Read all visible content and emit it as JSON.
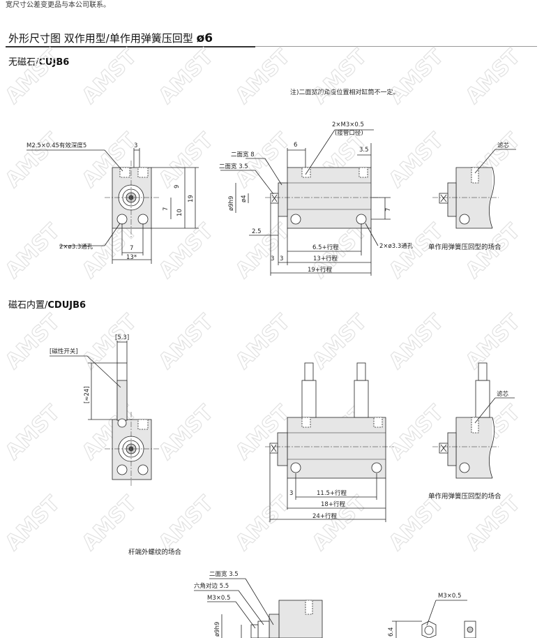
{
  "header": {
    "top_note": "宽尺寸公差变更品与本公司联系。",
    "section_title": "外形尺寸图  双作用型/单作用弹簧压回型 ",
    "section_bore": "ø6"
  },
  "watermark": "AMST",
  "cujb6": {
    "title_prefix": "无磁石/",
    "title_model": "CUJB6",
    "note": "注)二面宽的角度位置相对缸筒不一定。",
    "front": {
      "thread": "M2.5×0.45有效深度5",
      "dim_3": "3",
      "dim_9": "9",
      "dim_7v": "7",
      "dim_10": "10",
      "dim_19": "19",
      "holes": "2×ø3.3通孔",
      "dim_7h": "7",
      "dim_13": "13*"
    },
    "side": {
      "port": "2×M3×0.5",
      "port_note": "(接管口径)",
      "dim_6": "6",
      "dim_3_5": "3.5",
      "wrench8": "二面宽 8",
      "wrench35": "二面宽 3.5",
      "rod_dia": "ø9h9",
      "dim_4": "ø4",
      "dim_7": "7",
      "dim_2_5": "2.5",
      "dim_3a": "3",
      "dim_3b": "3",
      "stroke_a": "6.5+行程",
      "stroke_b": "13+行程",
      "stroke_c": "19+行程",
      "holes": "2×ø3.3通孔"
    },
    "single": {
      "filter": "滤芯",
      "caption": "单作用弹簧压回型的场合"
    }
  },
  "cdujb6": {
    "title_prefix": "磁石内置/",
    "title_model": "CDUJB6",
    "front": {
      "dim_5_3": "[5.3]",
      "switch": "[磁性开关]",
      "dim_24": "[≈24]"
    },
    "side": {
      "dim_3": "3",
      "stroke_a": "11.5+行程",
      "stroke_b": "18+行程",
      "stroke_c": "24+行程"
    },
    "single": {
      "filter": "滤芯",
      "caption": "单作用弹簧压回型的场合"
    }
  },
  "male_thread": {
    "caption": "杆端外螺纹的场合",
    "wrench35": "二面宽 3.5",
    "hex": "六角对边 5.5",
    "thread": "M3×0.5",
    "rod_dia": "ø9h9",
    "dim_6_4": "6.4",
    "nut_thread": "M3×0.5"
  }
}
